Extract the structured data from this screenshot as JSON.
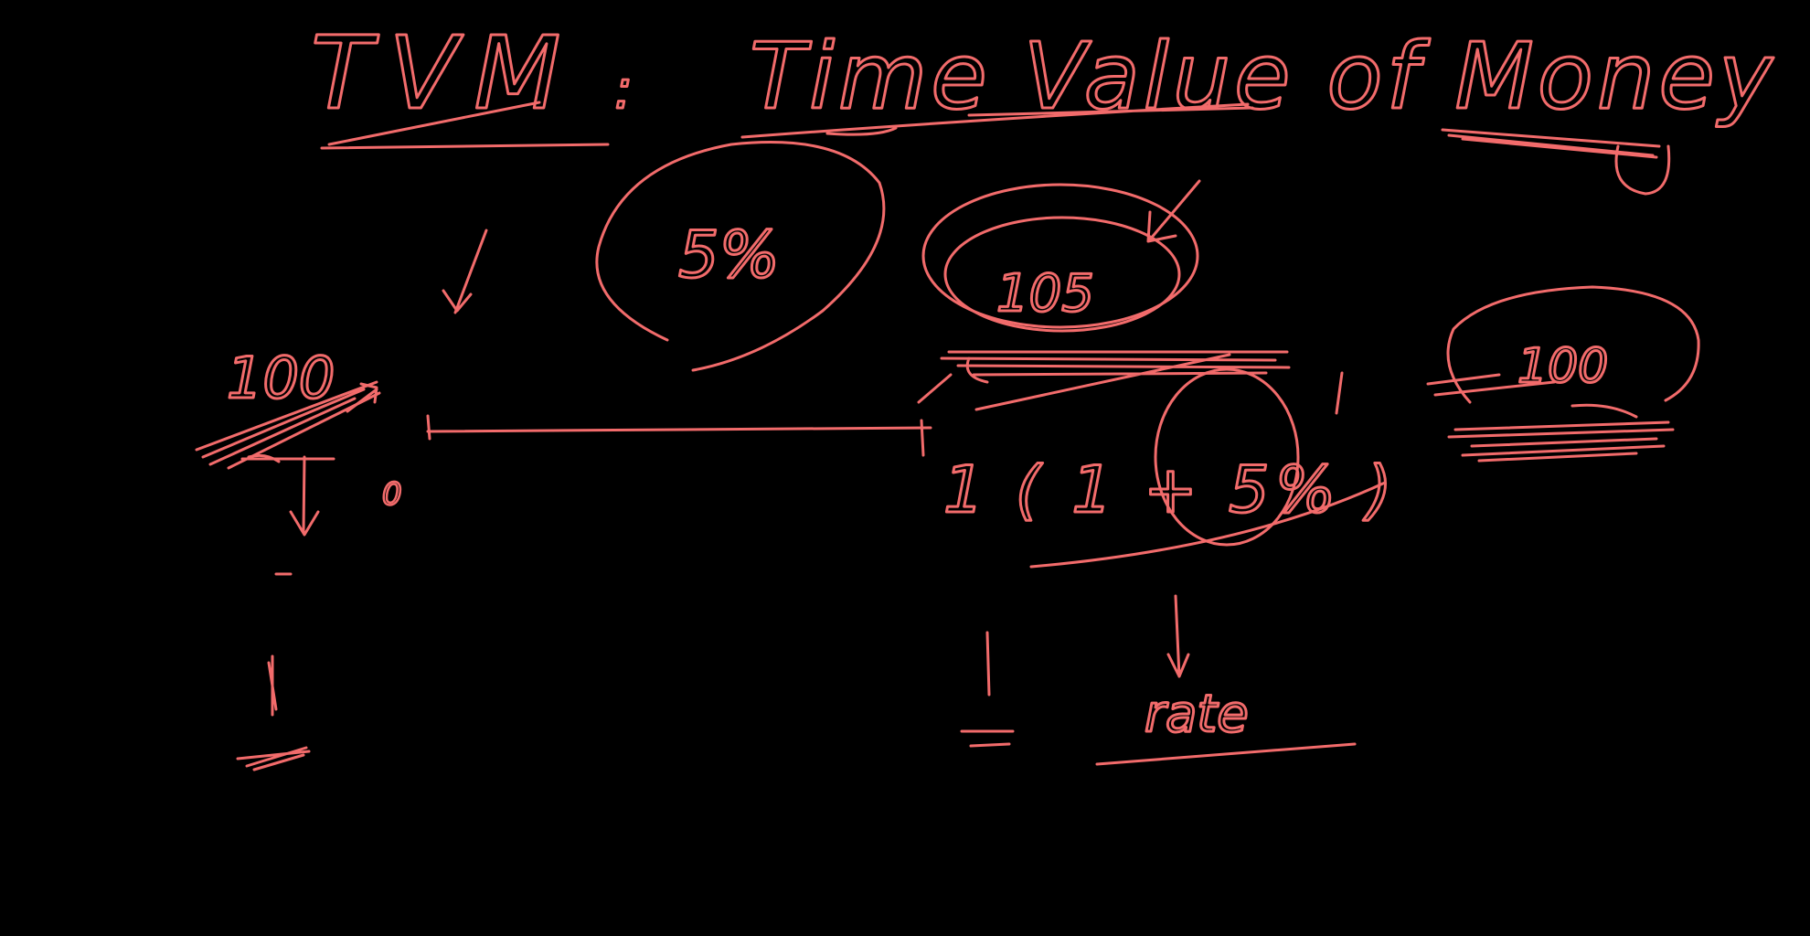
{
  "canvas": {
    "background": "#000000",
    "ink_color": "#f26b6b"
  },
  "title": {
    "abbreviation": "TVM",
    "separator": ":",
    "expansion": "Time Value of Money"
  },
  "timeline": {
    "start_value": "100",
    "start_period": "0",
    "end_value": "105",
    "rate": "5%",
    "formula": "1 ( 1 + 5% )",
    "formula_rate": "5%",
    "annotation": "rate",
    "extra_value": "100"
  }
}
